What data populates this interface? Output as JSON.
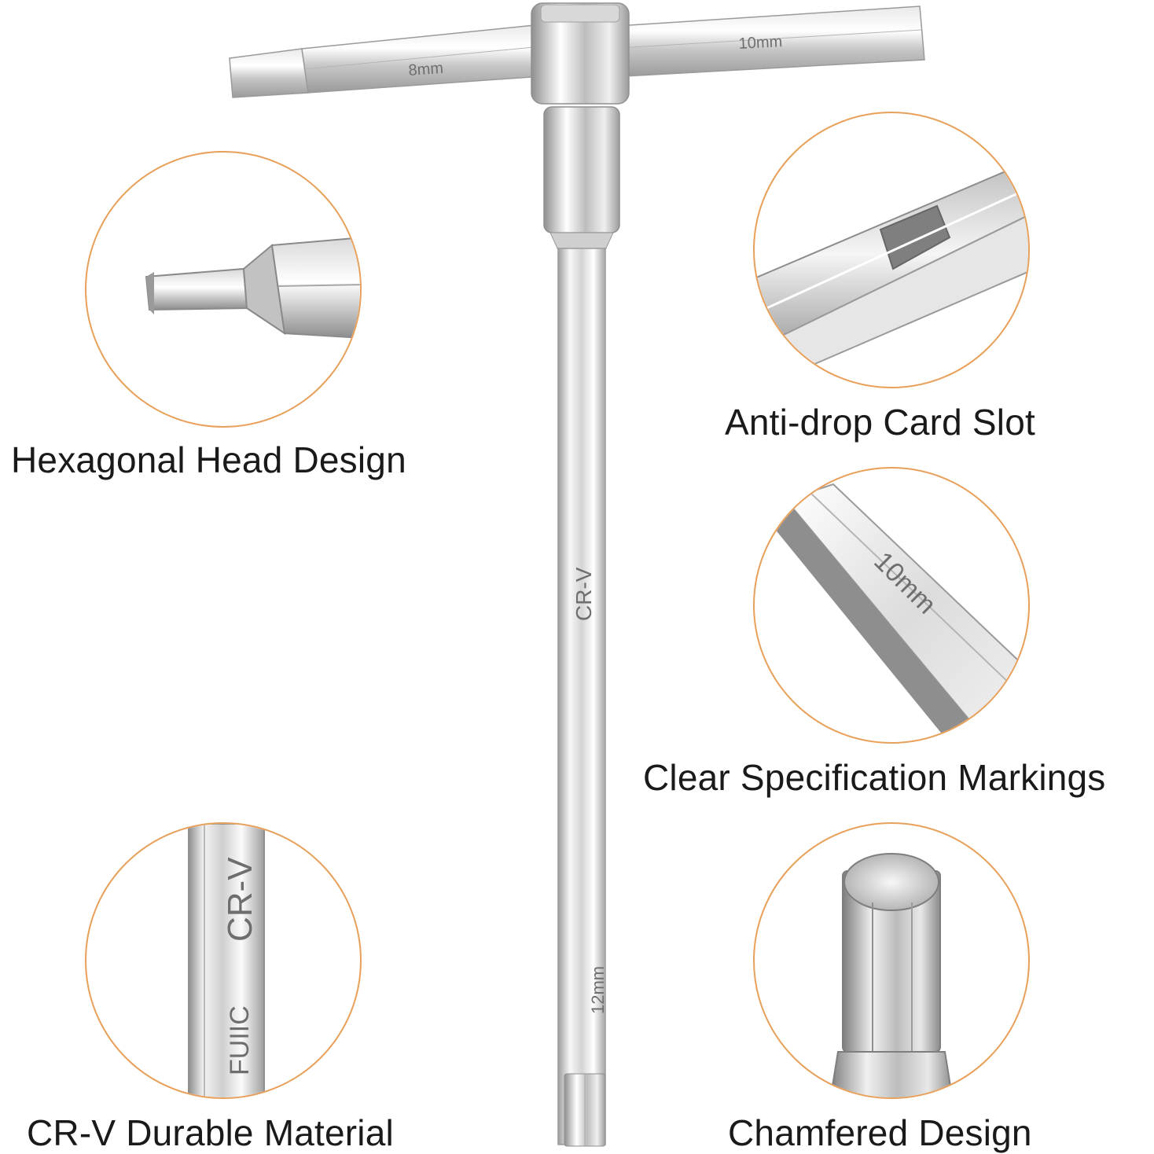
{
  "colors": {
    "accent_ring": "#e8a05a",
    "steel_light": "#f4f4f4",
    "steel_mid": "#c9c9c9",
    "steel_dark": "#8a8a8a",
    "caption_text": "#1a1a1a"
  },
  "wrench": {
    "left_marking": "8mm",
    "right_marking": "10mm",
    "shaft_marking_material": "CR-V",
    "shaft_marking_size": "12mm"
  },
  "features": [
    {
      "caption": "Hexagonal Head Design",
      "icon": "hex-tip-closeup"
    },
    {
      "caption": "Anti-drop Card Slot",
      "icon": "card-slot-closeup"
    },
    {
      "caption": "Clear Specification Markings",
      "icon": "marking-closeup",
      "marking": "10mm"
    },
    {
      "caption": "CR-V Durable Material",
      "icon": "crv-shaft-closeup",
      "marking": "CR-V",
      "brand": "FUIIC"
    },
    {
      "caption": "Chamfered Design",
      "icon": "chamfered-tip-closeup"
    }
  ]
}
